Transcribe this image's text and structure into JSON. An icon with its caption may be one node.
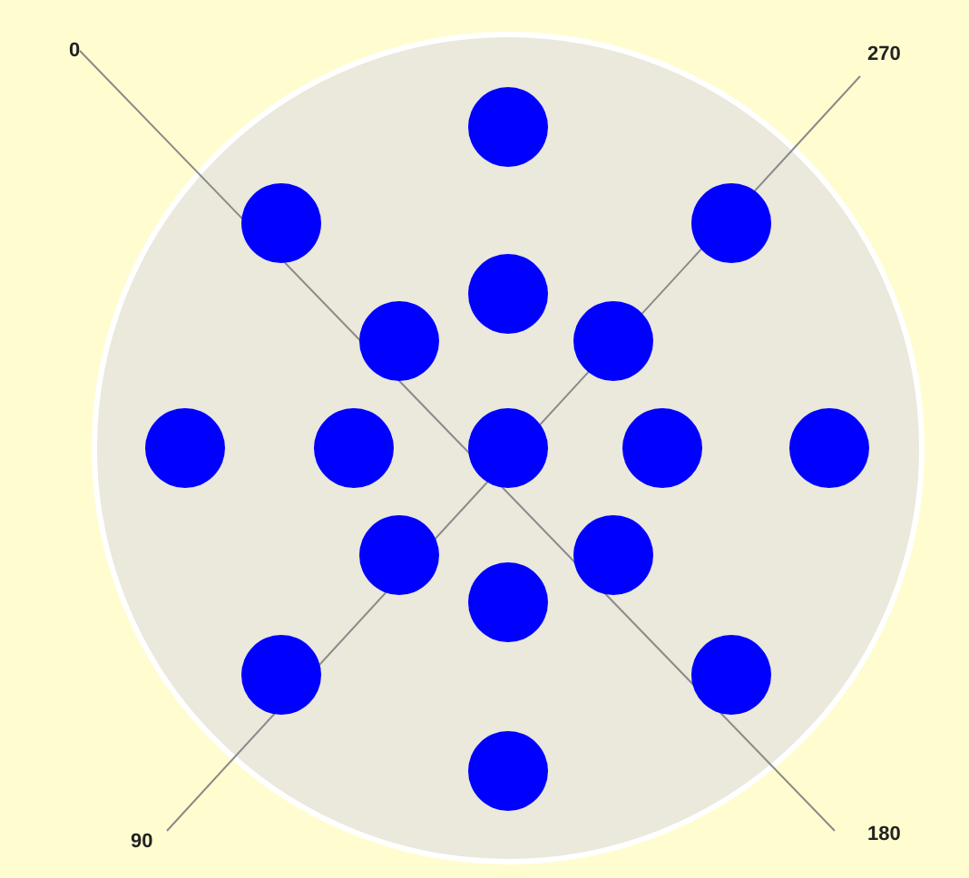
{
  "diagram": {
    "labels": [
      "0",
      "270",
      "90",
      "180"
    ]
  }
}
